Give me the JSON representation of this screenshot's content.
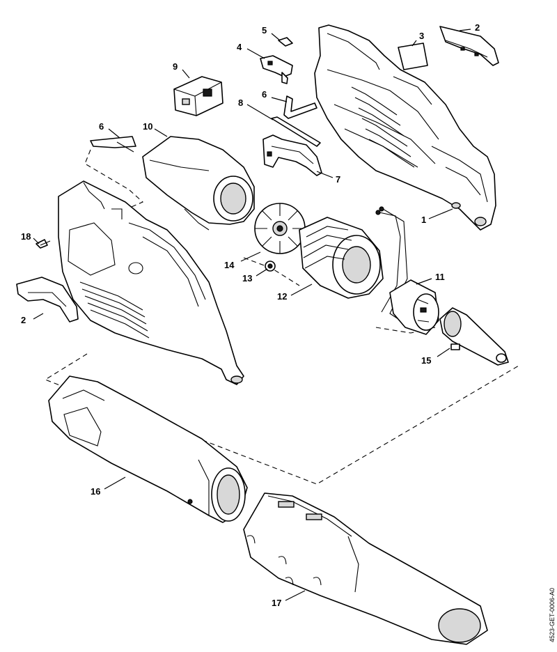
{
  "callouts": [
    {
      "id": "c1",
      "label": "1"
    },
    {
      "id": "c2a",
      "label": "2"
    },
    {
      "id": "c2b",
      "label": "2"
    },
    {
      "id": "c3",
      "label": "3"
    },
    {
      "id": "c4",
      "label": "4"
    },
    {
      "id": "c5",
      "label": "5"
    },
    {
      "id": "c6a",
      "label": "6"
    },
    {
      "id": "c6b",
      "label": "6"
    },
    {
      "id": "c7",
      "label": "7"
    },
    {
      "id": "c8",
      "label": "8"
    },
    {
      "id": "c9",
      "label": "9"
    },
    {
      "id": "c10",
      "label": "10"
    },
    {
      "id": "c11",
      "label": "11"
    },
    {
      "id": "c12",
      "label": "12"
    },
    {
      "id": "c13",
      "label": "13"
    },
    {
      "id": "c14",
      "label": "14"
    },
    {
      "id": "c15",
      "label": "15"
    },
    {
      "id": "c16",
      "label": "16"
    },
    {
      "id": "c17",
      "label": "17"
    },
    {
      "id": "c18",
      "label": "18"
    }
  ],
  "drawing_code": "4523-GET-0006-A0"
}
